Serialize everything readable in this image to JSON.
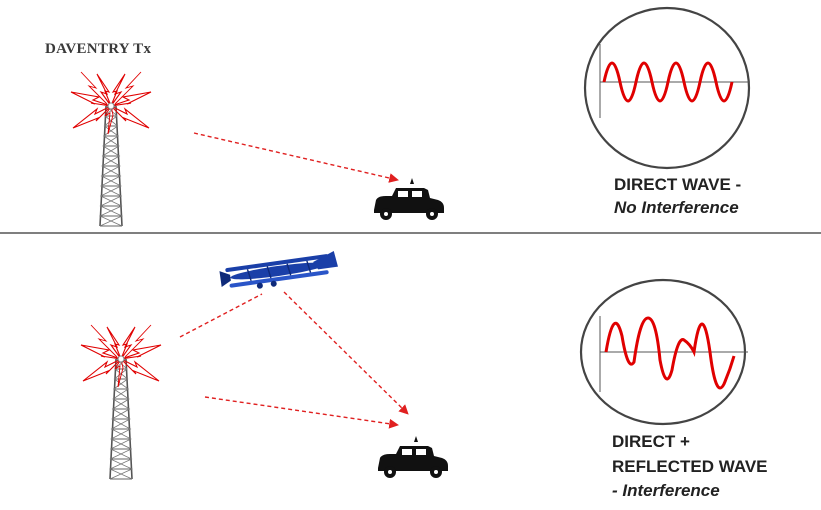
{
  "top_panel": {
    "transmitter_label": "DAVENTRY Tx",
    "caption_line1": "DIRECT WAVE -",
    "caption_line2": "No Interference"
  },
  "bottom_panel": {
    "caption_line1": "DIRECT +",
    "caption_line2": "REFLECTED WAVE",
    "caption_line3_prefix": "- ",
    "caption_line3": "Interference"
  },
  "colors": {
    "signal": "#e00000",
    "path": "#e02020",
    "aircraft": "#1a3fa8",
    "tower": "#555555",
    "vehicle": "#111111",
    "divider": "#333333"
  },
  "icons": [
    "radio-tower-icon",
    "car-icon",
    "biplane-icon",
    "oscilloscope-icon"
  ]
}
